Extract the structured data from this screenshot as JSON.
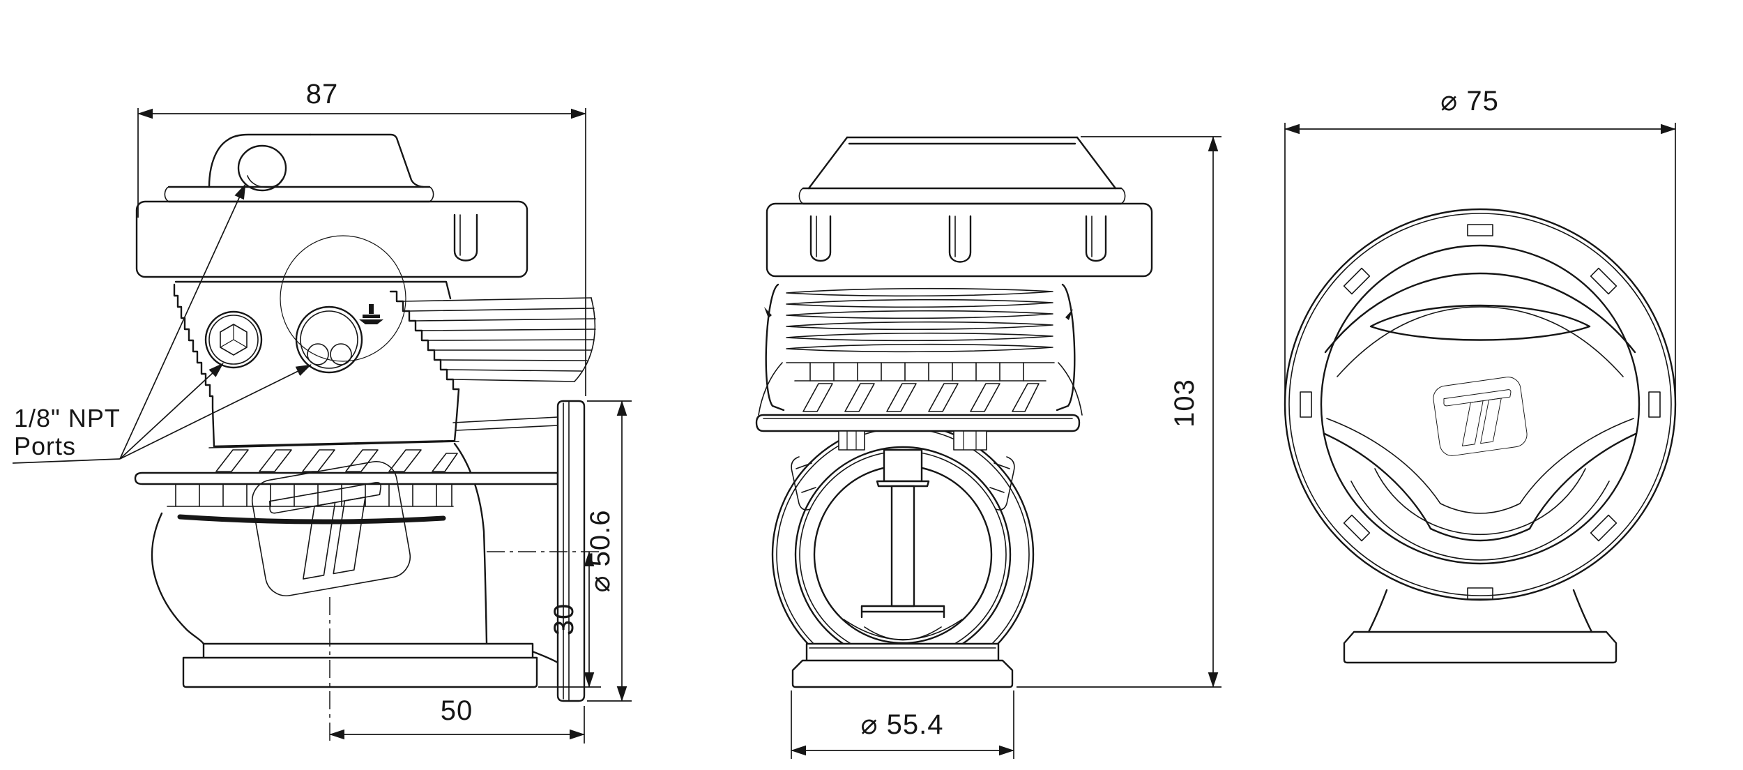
{
  "drawing": {
    "background": "#ffffff",
    "line_color": "#161616",
    "label": {
      "line1": "1/8\" NPT",
      "line2": "Ports"
    },
    "dimensions": {
      "overall_width": "87",
      "overall_height": "103",
      "cap_diameter": "⌀ 75",
      "base_diameter": "⌀ 55.4",
      "outlet_diameter": "⌀ 50.6",
      "outlet_centre_height": "30",
      "outlet_centre_length": "50"
    }
  }
}
